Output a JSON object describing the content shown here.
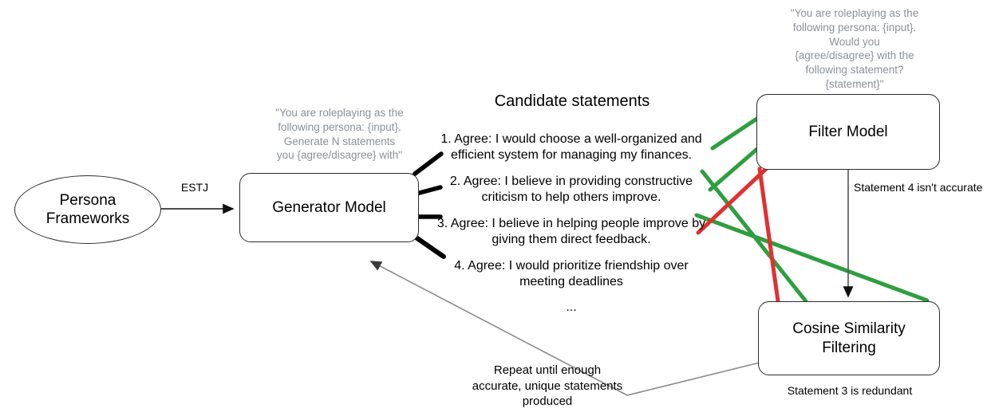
{
  "diagram": {
    "title": "Persona statement generation and filtering pipeline",
    "colors": {
      "accept_green": "#2E9E3E",
      "reject_red": "#E03030",
      "prompt_gray": "#8a9199",
      "stroke_black": "#2b2b2b",
      "arrow_gray": "#777777"
    }
  },
  "nodes": {
    "persona_frameworks": "Persona\nFrameworks",
    "generator_model": "Generator Model",
    "filter_model": "Filter Model",
    "cosine_similarity": "Cosine Similarity Filtering"
  },
  "prompts": {
    "generator_prompt": "\"You are roleplaying as the\nfollowing persona: {input}.\nGenerate N statements\nyou {agree/disagree} with\"",
    "filter_prompt": "\"You are roleplaying as the\nfollowing persona: {input}.\nWould you\n{agree/disagree} with the\nfollowing statement?\n{statement}\""
  },
  "edges": {
    "persona_to_generator": "ESTJ",
    "filter_to_cosine": "Statement 4 isn't accurate",
    "cosine_note": "Statement 3 is redundant",
    "feedback_loop": "Repeat until enough\naccurate, unique statements\nproduced"
  },
  "candidates": {
    "heading": "Candidate statements",
    "items": [
      "1. Agree: I would choose a well-organized and\nefficient system for managing my finances.",
      "2. Agree: I believe in providing constructive\ncriticism to help others improve.",
      "3. Agree: I believe in helping people improve by\ngiving them direct feedback.",
      "4. Agree: I would prioritize friendship over\nmeeting deadlines"
    ],
    "ellipsis": "..."
  }
}
